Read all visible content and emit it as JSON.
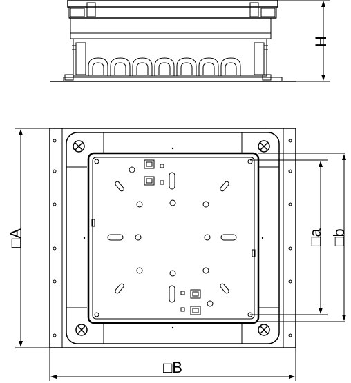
{
  "labels": {
    "height": "H",
    "outer_a": "□A",
    "inner_a": "□a",
    "inner_b": "□b",
    "outer_b": "□B"
  }
}
